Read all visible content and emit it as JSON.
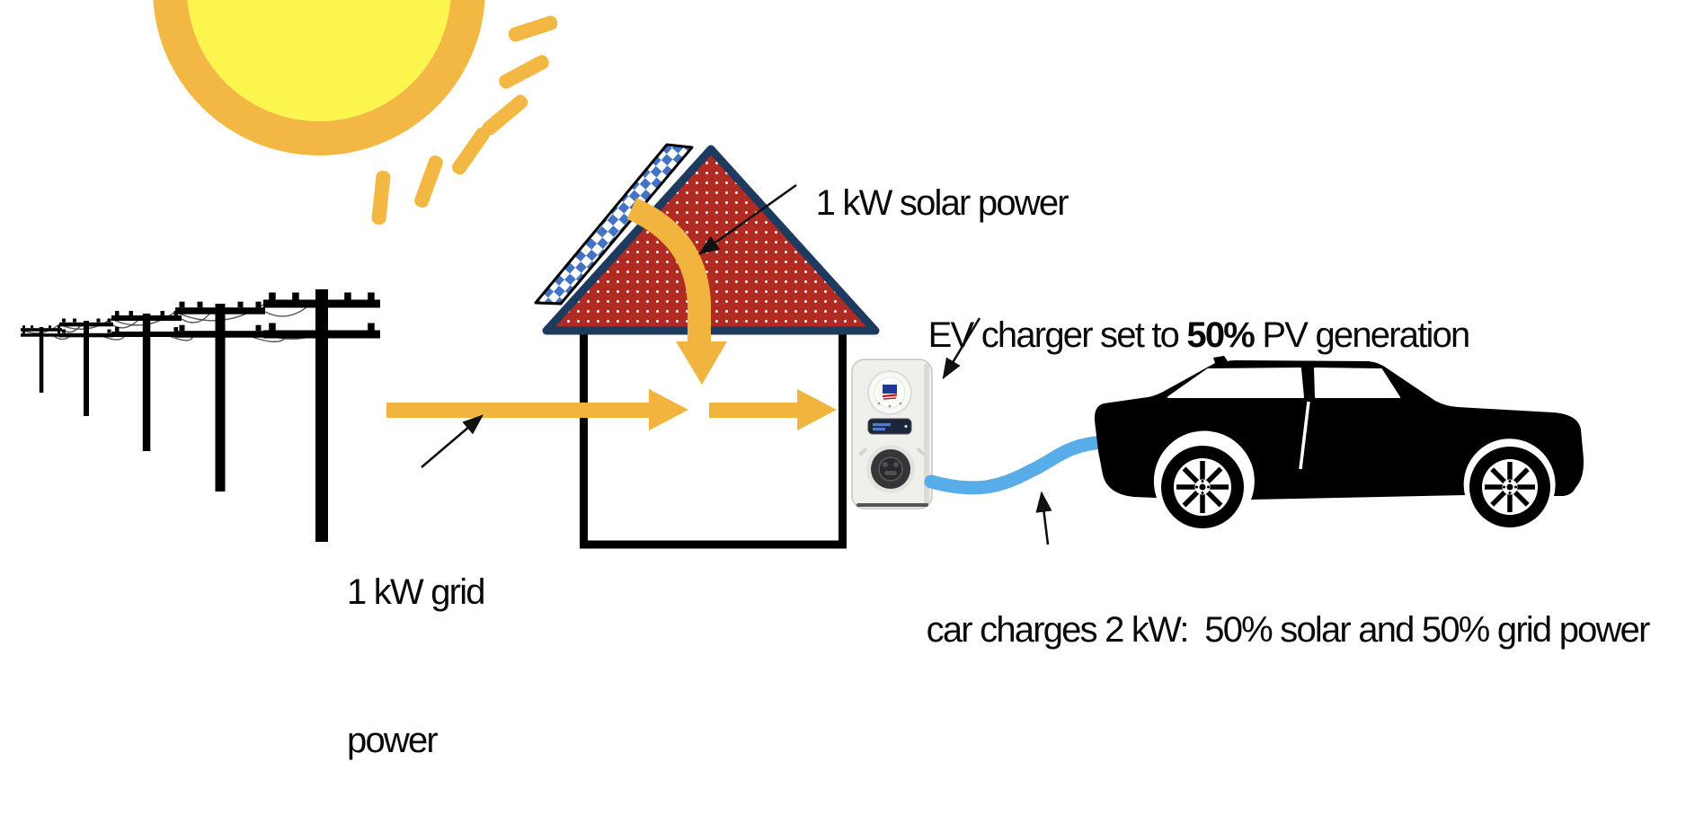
{
  "labels": {
    "solar": "1 kW solar power",
    "charger_prefix": "EV charger set to ",
    "charger_bold": "50%",
    "charger_suffix": " PV generation",
    "grid_line1": "1 kW grid",
    "grid_line2": "power",
    "car": "car charges 2 kW:  50% solar and 50% grid power"
  },
  "colors": {
    "flow_yellow": "#F1B43F",
    "sun_core": "#FCF54E",
    "sun_ring": "#F3B843",
    "roof_red": "#B02B22",
    "roof_border": "#1E3A5F",
    "panel_blue": "#4472C4",
    "cable_blue": "#58ACE8",
    "silhouette_black": "#000000",
    "text_color": "#0A0A0A"
  },
  "icons": {
    "sun-icon": "sun with orange ring and rays",
    "power-lines-icon": "row of five utility poles with sagging wires",
    "house-icon": "house outline with red dotted roof",
    "solar-panel-icon": "tilted blue checkered solar panel on roof",
    "solar-power-arrow": "curved yellow arrow from panel down into house",
    "grid-power-arrow": "yellow arrow from power lines into house",
    "charger-feed-arrow": "yellow arrow from house to EV charger",
    "ev-charger-icon": "white wallbox EV charger",
    "sma-logo": "blue badge with red stripes on charger dial",
    "charger-display": "small dark screen with blue text",
    "charger-socket": "round dark charging socket",
    "charging-cable": "blue cable from charger to car",
    "car-icon": "black sedan silhouette with white wheels",
    "pointer-solar": "thin black arrow to solar flow",
    "pointer-grid": "thin black arrow to grid flow",
    "pointer-charger": "thin black arrow to charger",
    "pointer-cable": "thin black arrow to cable"
  }
}
